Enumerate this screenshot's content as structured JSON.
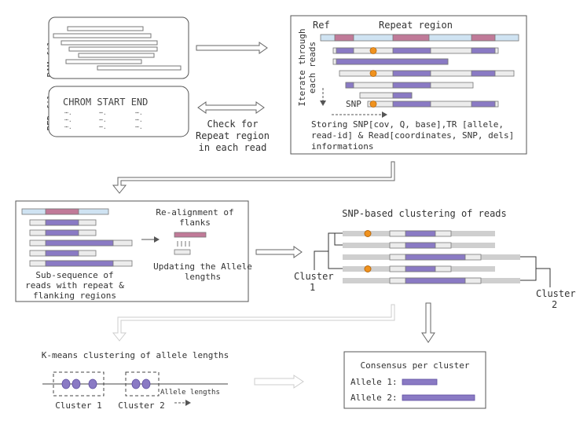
{
  "inputs": {
    "bam_label": "BAM file",
    "bed_label": "BED file",
    "bed_header": "CHROM START END",
    "bed_row": "⋯.      ⋯.      ⋯."
  },
  "check_label": [
    "Check for",
    "Repeat region",
    "in each read"
  ],
  "top_panel": {
    "ref_label": "Ref",
    "repeat_label": "Repeat region",
    "iterate_label": [
      "Iterate through",
      "each reads"
    ],
    "snp_label": "SNP",
    "storing_text": [
      "Storing SNP[cov, Q, base],TR [allele,",
      "read-id] & Read[coordinates, SNP, dels]",
      "informations"
    ]
  },
  "realign_panel": {
    "realign_label": [
      "Re-alignment of",
      "flanks"
    ],
    "update_label": [
      "Updating the Allele",
      "lengths"
    ],
    "subseq_label": [
      "Sub-sequence of",
      "reads with repeat &",
      "flanking regions"
    ]
  },
  "snp_clustering": {
    "title": "SNP-based clustering of reads",
    "cluster1": [
      "Cluster",
      "1"
    ],
    "cluster2": [
      "Cluster",
      "2"
    ]
  },
  "kmeans": {
    "title": "K-means clustering of allele lengths",
    "cluster1": "Cluster 1",
    "cluster2": "Cluster 2",
    "axis_label": "Allele lengths"
  },
  "consensus": {
    "title": "Consensus per cluster",
    "allele1": "Allele 1:",
    "allele2": "Allele 2:"
  },
  "colors": {
    "flank_blue": "#cfe3f2",
    "repeat_pink": "#c07a98",
    "repeat_purple": "#8a7ac4",
    "snp_orange": "#f0921e",
    "read_grey": "#cfcfcf"
  }
}
